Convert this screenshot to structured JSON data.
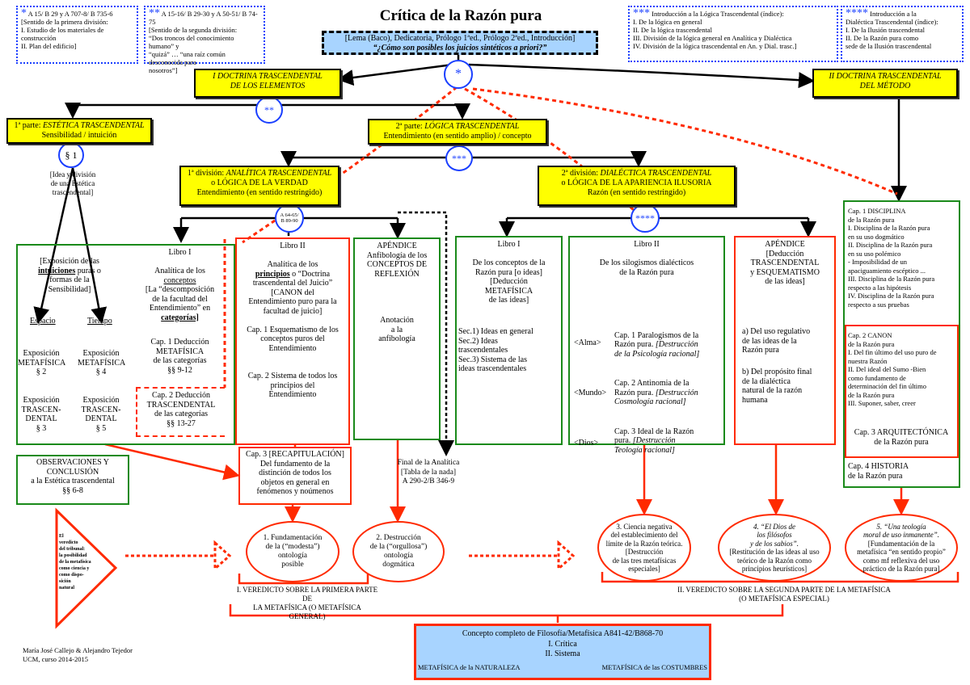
{
  "title": "Crítica de la Razón pura",
  "lema": {
    "line1": "[Lema (Baco), Dedicatoria, Prólogo 1ªed., Prólogo 2ªed., Introducción]",
    "question": "“¿Cómo son posibles los juicios sintéticos a priori?”"
  },
  "notes": {
    "n1": {
      "mark": "*",
      "ref": "A 15/ B 29 y A 707-8/ B 735-6",
      "text": "[Sentido de la primera división:\nI. Estudio de los materiales de\n   construcción\nII. Plan del edificio]"
    },
    "n2": {
      "mark": "**",
      "ref": "A 15-16/ B 29-30 y A 50-51/ B 74-75",
      "text": "[Sentido de la segunda división:\n“Dos troncos del conocimiento humano” y\n“quizá” … “una raíz común desconocida para\nnosotros”]"
    },
    "n3": {
      "mark": "***",
      "ref": "Introducción a la Lógica Trascendental (índice):",
      "text": "I. De la lógica en general\nII. De la lógica trascendental\nIII. División de la lógica general en Analítica y Dialéctica\nIV. División de la lógica trascendental en An. y Dial. trasc.]"
    },
    "n4": {
      "mark": "****",
      "ref": "Introducción a la",
      "text": "Dialéctica Trascendental (índice):\nI. De la Ilusión trascendental\nII. De la Razón pura como\n    sede de la Ilusión trascendental"
    }
  },
  "circles": {
    "c1": "*",
    "c2": "**",
    "c3": "***",
    "c4": "****",
    "par1": "§ 1",
    "analitica_ref": "A 64-65/\nB 89-90"
  },
  "doctrina1": "I  DOCTRINA TRASCENDENTAL\nDE LOS ELEMENTOS",
  "doctrina2": "II  DOCTRINA TRASCENDENTAL\nDEL MÉTODO",
  "parte1": {
    "label": "1ª parte: ",
    "name": "ESTÉTICA TRASCENDENTAL",
    "sub": "Sensibilidad / intuición"
  },
  "parte2": {
    "label": "2ª parte: ",
    "name": "LÓGICA TRASCENDENTAL",
    "sub": "Entendimiento (en sentido amplio) / concepto"
  },
  "idea_estetica": "[Idea y división\nde una Estética\ntrascendental]",
  "division1": {
    "label": "1ª división: ",
    "name": "ANALÍTICA   TRASCENDENTAL",
    "sub": "o LÓGICA DE LA VERDAD\nEntendimiento (en sentido restringido)"
  },
  "division2": {
    "label": "2ª división: ",
    "name": "DIALÉCTICA TRASCENDENTAL",
    "sub": "o LÓGICA DE LA APARIENCIA ILUSORIA\nRazón (en sentido restringido)"
  },
  "estetica": {
    "intro_a": "[Exposición de las",
    "intro_b": "intuiciones",
    "intro_c": " puras o\nformas de la\nSensibilidad]",
    "espacio": "Espacio",
    "tiempo": "Tiempo",
    "met_esp": "Exposición\nMETAFÍSICA\n§ 2",
    "met_tie": "Exposición\nMETAFÍSICA\n§ 4",
    "tra_esp": "Exposición\nTRASCEN-\nDENTAL\n§ 3",
    "tra_tie": "Exposición\nTRASCEN-\nDENTAL\n§ 5"
  },
  "analitica_libro1": {
    "title": "Libro I",
    "text1": "Analítica de los",
    "text2": "conceptos",
    "text3": "[La “descomposición\nde la facultad del\nEntendimiento” en",
    "text4": "categorías]",
    "cap1": "Cap. 1 Deducción\nMETAFÍSICA\nde las categorías\n§§ 9-12",
    "cap2": "Cap. 2 Deducción\nTRASCENDENTAL\nde las categorías\n§§ 13-27"
  },
  "analitica_libro2": {
    "title": "Libro II",
    "text1": "Analítica de los",
    "text2": "principios",
    "text3": " o “Doctrina\ntrascendental del Juicio”\n[CANON del\nEntendimiento puro para la\nfacultad de juicio]",
    "cap1": "Cap. 1 Esquematismo de los\nconceptos puros del\nEntendimiento",
    "cap2": "Cap. 2 Sistema de todos los\nprincipios del\nEntendimiento"
  },
  "analitica_apendice": {
    "title": "APÉNDICE",
    "text": "Anfibología de los\nCONCEPTOS DE\nREFLEXIÓN",
    "text2": "Anotación\na la\nanfibología"
  },
  "final_analitica": "Final de la Analítica\n[Tabla de la nada]\nA 290-2/B 346-9",
  "cap3_recap": "Cap. 3 [RECAPITULACIÓN]\nDel fundamento de la\ndistinción de todos los\nobjetos en general en\nfenómenos y noúmenos",
  "observaciones": "OBSERVACIONES Y\nCONCLUSIÓN\na la Estética trascendental\n§§ 6-8",
  "dialectica_libro1": {
    "title": "Libro I",
    "text1": "De los conceptos de la\nRazón pura [o ideas]\n[Deducción\nMETAFÍSICA\nde las ideas]",
    "secs": "Sec.1) Ideas en general\nSec.2) Ideas\n         trascendentales\nSec.3) Sistema de las\n         ideas trascendentales"
  },
  "dialectica_libro2": {
    "title": "Libro II",
    "text1": "De los silogismos dialécticos\nde la Razón pura",
    "rows": [
      {
        "tag": "<Alma>",
        "cap": "Cap. 1 Paralogismos de la\nRazón pura. ",
        "it": "[Destrucción\nde la Psicología racional]"
      },
      {
        "tag": "<Mundo>",
        "cap": "Cap. 2 Antinomia de la\nRazón pura. ",
        "it": "[Destrucción\nCosmología racional]"
      },
      {
        "tag": "<Dios>",
        "cap": "Cap. 3 Ideal de la Razón\npura. ",
        "it": "[Destrucción\nTeología racional]"
      }
    ]
  },
  "dialectica_apendice": {
    "title": "APÉNDICE",
    "text1": "[Deducción\nTRASCENDENTAL\ny ESQUEMATISMO\nde las ideas]",
    "a": "a) Del uso regulativo\nde las ideas de la\nRazón pura",
    "b": "b) Del propósito final\nde la dialéctica\nnatural de la razón\nhumana"
  },
  "metodo": {
    "cap1": "Cap. 1 DISCIPLINA\n       de la Razón pura\nI. Disciplina de la Razón pura\n   en su uso dogmático\nII. Disciplina de la Razón pura\n   en su uso polémico\n- Imposibilidad de un\n   apaciguamiento escéptico ...\nIII. Disciplina de la Razón pura\n   respecto a las hipótesis\nIV. Disciplina de la Razón pura\n   respecto a sus pruebas",
    "cap2": "Cap. 2 CANON\n       de la Razón pura\nI. Del fin último del uso puro de\n   nuestra Razón\nII. Del ideal del Sumo -Bien\n   como fundamento de\n   determinación del fin último\n   de la Razón pura\nIII. Suponer, saber, creer",
    "cap3": "Cap. 3 ARQUITECTÓNICA\nde la Razón pura",
    "cap4": "Cap. 4 HISTORIA\n       de la Razón pura"
  },
  "veredicto_triangle": "El\nveredicto\ndel tribunal:\nla posibilidad\nde la metafísica\ncomo ciencia y\ncomo dispo-\nsición\nnatural",
  "ellipses": {
    "e1": "1. Fundamentación\nde la (“modesta”)\nontología\nposible",
    "e2": "2. Destrucción\nde la (“orgullosa”)\nontología\ndogmática",
    "e3": "3. Ciencia negativa\ndel establecimiento del\nlímite de la Razón teórica.\n[Destrucción\nde las tres metafísicas\nespeciales]",
    "e4a": "4. “El Dios de\nlos filósofos\ny de los sabios”.",
    "e4b": "\n[Restitución de las ideas al uso\nteórico de la Razón como\nprincipios heurísticos]",
    "e5a": "5. “Una teología\nmoral de uso inmanente”.",
    "e5b": "\n[Fundamentación de la\nmetafísica “en sentido  propio”\ncomo mf reflexiva del uso\npráctico de la Razón pura]"
  },
  "veredicto1": "I. VEREDICTO SOBRE LA PRIMERA PARTE DE\nLA METAFÍSICA (O METAFÍSICA GENERAL)",
  "veredicto2": "II. VEREDICTO SOBRE LA SEGUNDA PARTE DE LA METAFÍSICA\n(O METAFÍSICA ESPECIAL)",
  "concepto": {
    "title": "Concepto completo de Filosofía/Metafísica A841-42/B868-70",
    "l1": "I. Crítica",
    "l2": "II. Sistema",
    "left": "METAFÍSICA de la NATURALEZA",
    "right": "METAFÍSICA de las COSTUMBRES"
  },
  "authors": "María José Callejo & Alejandro Tejedor\nUCM, curso 2014-2015",
  "colors": {
    "yellow": "#ffff00",
    "green": "#1a8a1a",
    "red": "#ff2a00",
    "blue": "#1a3fff",
    "lightblue": "#a8d4ff"
  }
}
